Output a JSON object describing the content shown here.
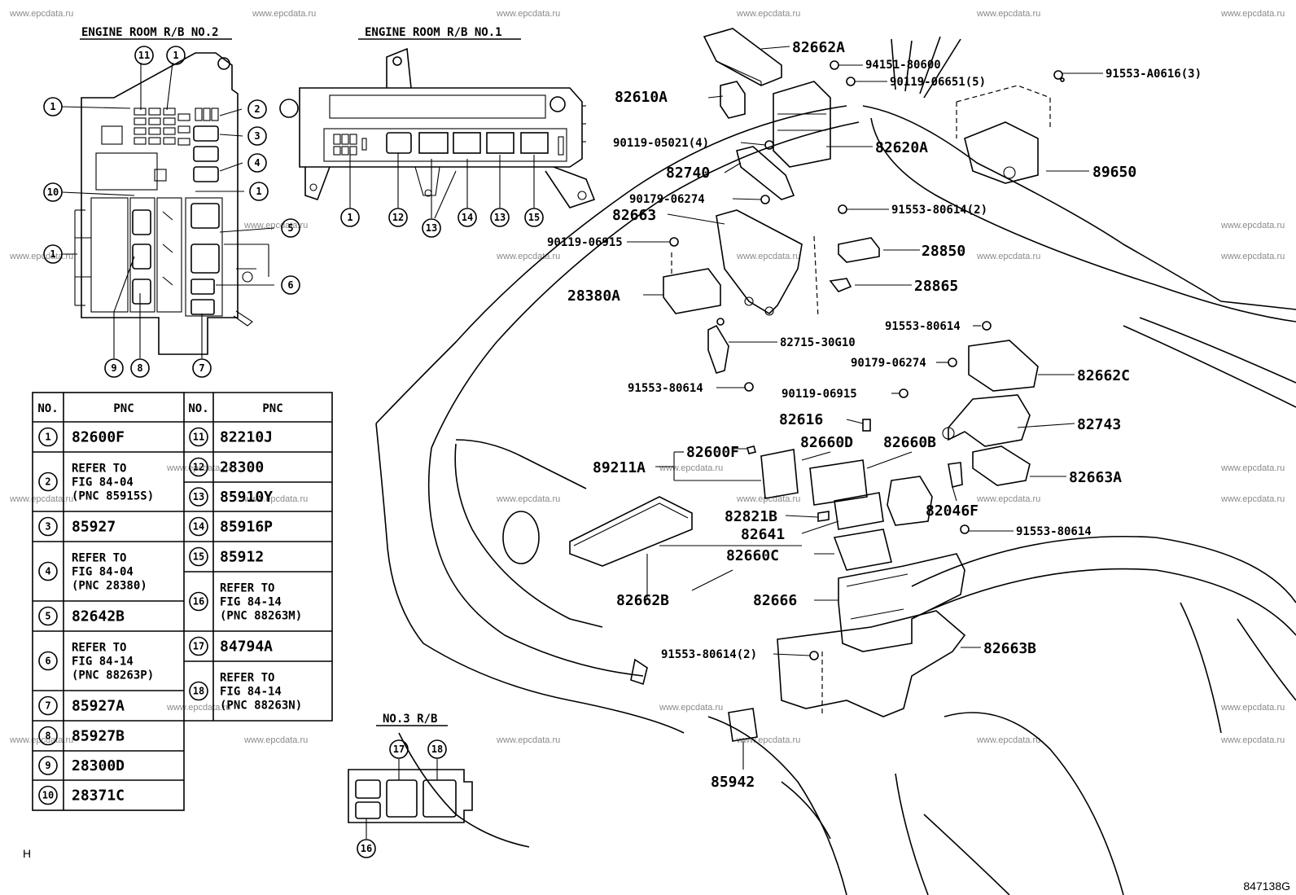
{
  "watermark": "www.epcdata.ru",
  "corner_letter": "H",
  "figure_code": "847138G",
  "relay_blocks": {
    "rb2_title": "ENGINE ROOM R/B NO.2",
    "rb1_title": "ENGINE ROOM R/B NO.1",
    "rb3_title": "NO.3 R/B"
  },
  "circle_labels": {
    "c1": "1",
    "c2": "2",
    "c3": "3",
    "c4": "4",
    "c5": "5",
    "c6": "6",
    "c7": "7",
    "c8": "8",
    "c9": "9",
    "c10": "10",
    "c11": "11",
    "c12": "12",
    "c13": "13",
    "c14": "14",
    "c15": "15",
    "c16": "16",
    "c17": "17",
    "c18": "18"
  },
  "table": {
    "headers": [
      "NO.",
      "PNC",
      "NO.",
      "PNC"
    ],
    "left_rows": [
      {
        "no": "1",
        "pnc": [
          "82600F"
        ]
      },
      {
        "no": "2",
        "pnc": [
          "REFER TO",
          "FIG 84-04",
          "(PNC 85915S)"
        ]
      },
      {
        "no": "3",
        "pnc": [
          "85927"
        ]
      },
      {
        "no": "4",
        "pnc": [
          "REFER TO",
          "FIG 84-04",
          "(PNC 28380)"
        ]
      },
      {
        "no": "5",
        "pnc": [
          "82642B"
        ]
      },
      {
        "no": "6",
        "pnc": [
          "REFER TO",
          "FIG 84-14",
          "(PNC 88263P)"
        ]
      },
      {
        "no": "7",
        "pnc": [
          "85927A"
        ]
      },
      {
        "no": "8",
        "pnc": [
          "85927B"
        ]
      },
      {
        "no": "9",
        "pnc": [
          "28300D"
        ]
      },
      {
        "no": "10",
        "pnc": [
          "28371C"
        ]
      }
    ],
    "right_rows": [
      {
        "no": "11",
        "pnc": [
          "82210J"
        ]
      },
      {
        "no": "12",
        "pnc": [
          "28300"
        ]
      },
      {
        "no": "13",
        "pnc": [
          "85910Y"
        ]
      },
      {
        "no": "14",
        "pnc": [
          "85916P"
        ]
      },
      {
        "no": "15",
        "pnc": [
          "85912"
        ]
      },
      {
        "no": "16",
        "pnc": [
          "REFER TO",
          "FIG 84-14",
          "(PNC 88263M)"
        ]
      },
      {
        "no": "17",
        "pnc": [
          "84794A"
        ]
      },
      {
        "no": "18",
        "pnc": [
          "REFER TO",
          "FIG 84-14",
          "(PNC 88263N)"
        ]
      }
    ]
  },
  "part_numbers": {
    "p82662A": "82662A",
    "p94151_80600": "94151-80600",
    "p90119_06651": "90119-06651(5)",
    "p91553_A0616": "91553-A0616(3)",
    "p82610A": "82610A",
    "p90119_05021": "90119-05021(4)",
    "p82620A": "82620A",
    "p82740": "82740",
    "p89650": "89650",
    "p90179_06274a": "90179-06274",
    "p82663": "82663",
    "p91553_80614_2a": "91553-80614(2)",
    "p90119_06915a": "90119-06915",
    "p28850": "28850",
    "p28380A": "28380A",
    "p28865": "28865",
    "p91553_80614a": "91553-80614",
    "p82715": "82715-30G10",
    "p90179_06274b": "90179-06274",
    "p82662C": "82662C",
    "p91553_80614b": "91553-80614",
    "p90119_06915b": "90119-06915",
    "p82743": "82743",
    "p82616": "82616",
    "p82600F": "82600F",
    "p82660D": "82660D",
    "p82660B": "82660B",
    "p89211A": "89211A",
    "p82663A": "82663A",
    "p82821B": "82821B",
    "p82046F": "82046F",
    "p82641": "82641",
    "p91553_80614c": "91553-80614",
    "p82660C": "82660C",
    "p82662B": "82662B",
    "p82666": "82666",
    "p91553_80614_2b": "91553-80614(2)",
    "p82663B": "82663B",
    "p85942": "85942"
  }
}
